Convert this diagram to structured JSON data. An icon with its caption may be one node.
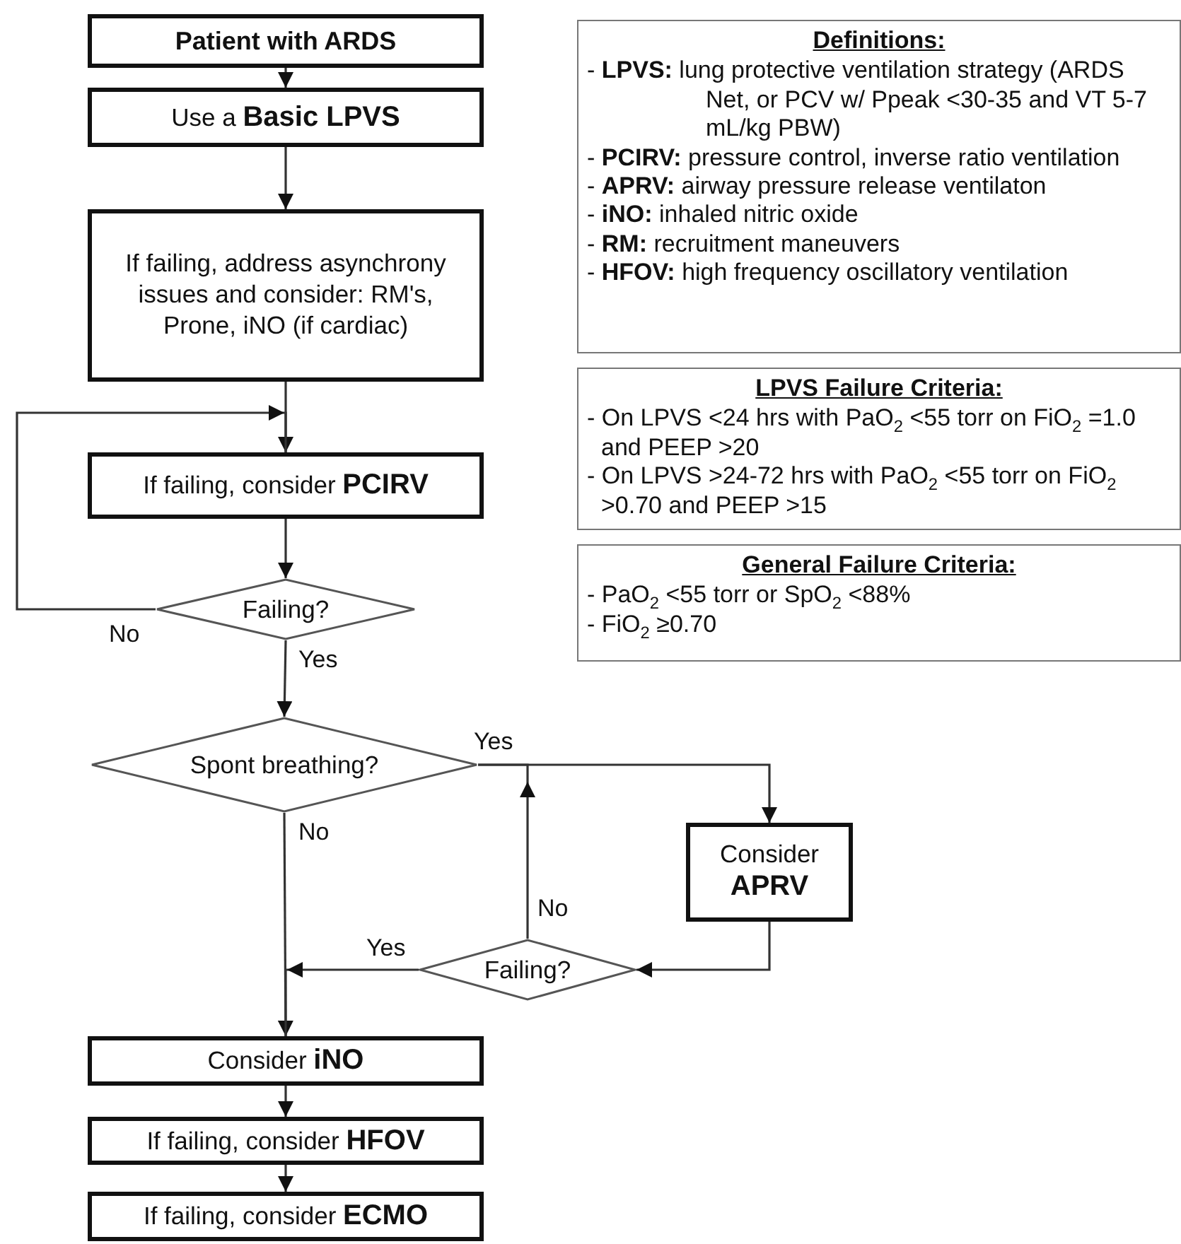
{
  "diagram": {
    "nodes": [
      {
        "text": [
          "Patient with ARDS"
        ]
      },
      {
        "text": [
          "Use a **Basic LPVS**"
        ]
      },
      {
        "text": [
          "If failing, address asynchrony issues and consider: RM's, Prone, iNO (if cardiac)"
        ]
      },
      {
        "text": [
          "If failing, consider **PCIRV**"
        ]
      },
      {
        "text": [
          "Failing?"
        ]
      },
      {
        "text": [
          "Spont breathing?"
        ]
      },
      {
        "text": [
          "Consider **APRV**"
        ]
      },
      {
        "text": [
          "Failing?"
        ]
      },
      {
        "text": [
          "Consider **iNO**"
        ]
      },
      {
        "text": [
          "If failing, consider **HFOV**"
        ]
      },
      {
        "text": [
          "If failing, consider **ECMO**"
        ]
      },
      {
        "text": [
          "Definitions:",
          "- **LPVS:** lung protective ventilation strategy (ARDS Net, or PCV w/ Ppeak <30-35 and VT 5-7 mL/kg PBW)",
          "- **PCIRV:** pressure control, inverse ratio ventilation",
          "- **APRV:** airway pressure release ventilaton",
          "- **iNO:** inhaled nitric oxide",
          "- **RM:** recruitment maneuvers",
          "- **HFOV:** high frequency oscillatory ventilation"
        ]
      },
      {
        "text": [
          "LPVS Failure Criteria:",
          "- On LPVS <24 hrs with PaO$_{2}$ <55 torr on FiO$_{2}$ =1.0 and PEEP >20",
          "- On LPVS >24-72 hrs with PaO$_{2}$ <55 torr on FiO$_{2}$ >0.70 and PEEP >15"
        ]
      },
      {
        "text": [
          "General Failure Criteria:",
          "- PaO$_{2}$ <55 torr or SpO$_{2}$ <88%",
          "- FiO$_{2}$ ≥0.70"
        ]
      }
    ],
    "edges": [
      {
        "from": 0,
        "to": 1,
        "arrow": "to"
      },
      {
        "from": 1,
        "to": 2,
        "arrow": "to"
      },
      {
        "from": 2,
        "to": 3,
        "arrow": "to"
      },
      {
        "from": 3,
        "to": 4,
        "arrow": "to"
      },
      {
        "from": 4,
        "to": 3,
        "arrow": "to",
        "label": "No"
      },
      {
        "from": 4,
        "to": 5,
        "arrow": "to",
        "label": "Yes"
      },
      {
        "from": 5,
        "to": 6,
        "arrow": "to",
        "label": "Yes"
      },
      {
        "from": 6,
        "to": 7,
        "arrow": "to"
      },
      {
        "from": 7,
        "to": 5,
        "arrow": "to",
        "label": "No"
      },
      {
        "from": 5,
        "to": 8,
        "arrow": "to",
        "label": "No"
      },
      {
        "from": 7,
        "to": 8,
        "arrow": "to",
        "label": "Yes"
      },
      {
        "from": 8,
        "to": 9,
        "arrow": "to"
      },
      {
        "from": 9,
        "to": 10,
        "arrow": "to"
      }
    ]
  }
}
